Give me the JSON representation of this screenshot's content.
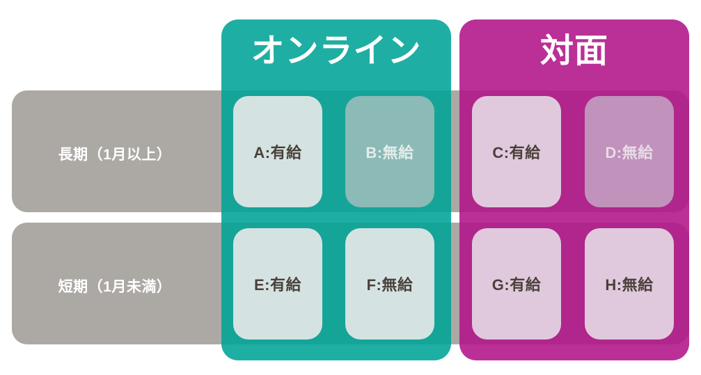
{
  "columns": [
    {
      "key": "online",
      "label": "オンライン",
      "color": "#00A396",
      "header_text_color": "#FFFFFF"
    },
    {
      "key": "inperson",
      "label": "対面",
      "color": "#B01389",
      "header_text_color": "#FFFFFF"
    }
  ],
  "rows": [
    {
      "key": "long",
      "label": "長期（1月以上）",
      "bar_color": "#ACA9A4",
      "text_color": "#FFFFFF"
    },
    {
      "key": "short",
      "label": "短期（1月未満）",
      "bar_color": "#ACA9A4",
      "text_color": "#FFFFFF"
    }
  ],
  "cells": [
    {
      "id": "A",
      "label": "A:有給",
      "row": "long",
      "column": "online",
      "pay": "有給",
      "bg": "#D4E3E1",
      "fg": "#4A403B"
    },
    {
      "id": "B",
      "label": "B:無給",
      "row": "long",
      "column": "online",
      "pay": "無給",
      "bg": "#8CBAB6",
      "fg": "#E3EDEC"
    },
    {
      "id": "C",
      "label": "C:有給",
      "row": "long",
      "column": "inperson",
      "pay": "有給",
      "bg": "#E0C9DC",
      "fg": "#4A403B"
    },
    {
      "id": "D",
      "label": "D:無給",
      "row": "long",
      "column": "inperson",
      "pay": "無給",
      "bg": "#C192BC",
      "fg": "#E8DCE6"
    },
    {
      "id": "E",
      "label": "E:有給",
      "row": "short",
      "column": "online",
      "pay": "有給",
      "bg": "#D4E3E1",
      "fg": "#4A403B"
    },
    {
      "id": "F",
      "label": "F:無給",
      "row": "short",
      "column": "online",
      "pay": "無給",
      "bg": "#D4E3E1",
      "fg": "#4A403B"
    },
    {
      "id": "G",
      "label": "G:有給",
      "row": "short",
      "column": "inperson",
      "pay": "有給",
      "bg": "#E0C9DC",
      "fg": "#4A403B"
    },
    {
      "id": "H",
      "label": "H:無給",
      "row": "short",
      "column": "inperson",
      "pay": "無給",
      "bg": "#E0C9DC",
      "fg": "#4A403B"
    }
  ]
}
